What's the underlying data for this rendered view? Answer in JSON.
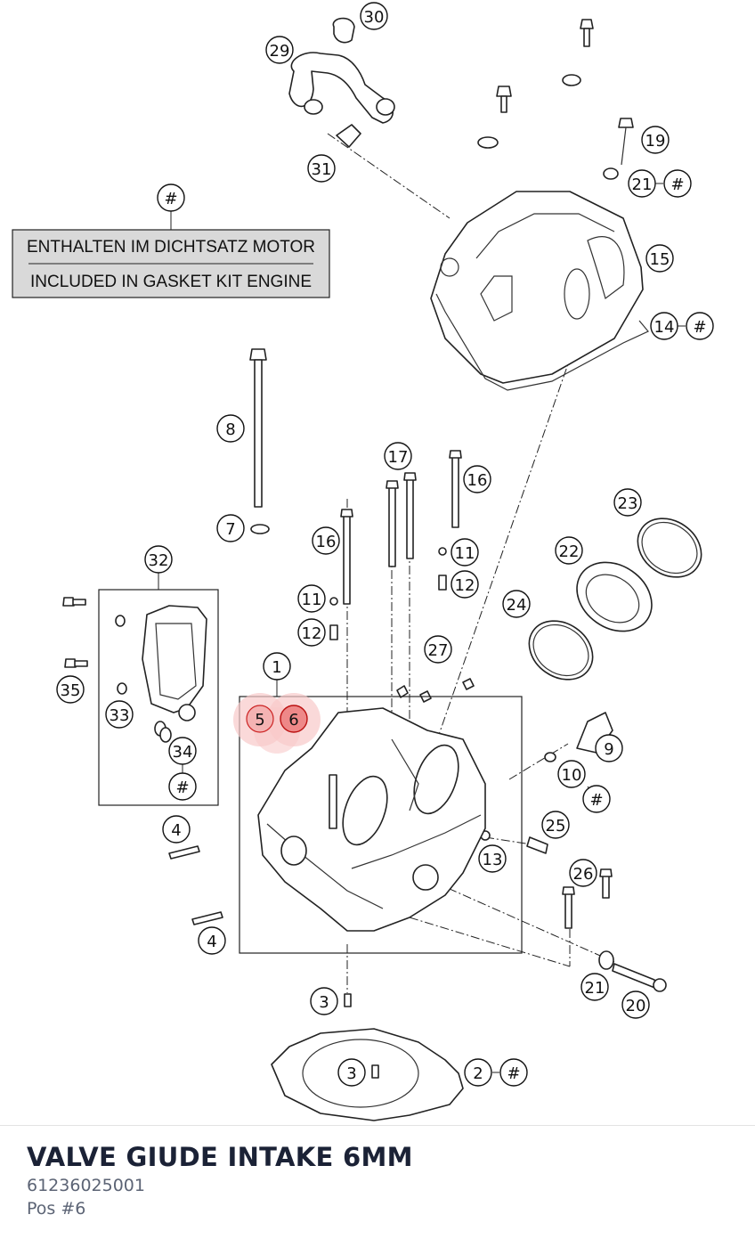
{
  "kit_note": {
    "symbol": "#",
    "line_de": "ENTHALTEN IM DICHTSATZ MOTOR",
    "line_en": "INCLUDED IN GASKET KIT ENGINE"
  },
  "callouts": {
    "c1": "1",
    "c2": "2",
    "c3a": "3",
    "c3b": "3",
    "c4a": "4",
    "c4b": "4",
    "c5": "5",
    "c6": "6",
    "c7": "7",
    "c8": "8",
    "c9": "9",
    "c10": "10",
    "c11a": "11",
    "c11b": "11",
    "c12a": "12",
    "c12b": "12",
    "c13": "13",
    "c14": "14",
    "c15": "15",
    "c16a": "16",
    "c16b": "16",
    "c17": "17",
    "c19": "19",
    "c20": "20",
    "c21a": "21",
    "c21b": "21",
    "c22": "22",
    "c23": "23",
    "c24": "24",
    "c25": "25",
    "c26": "26",
    "c27": "27",
    "c29": "29",
    "c30": "30",
    "c31": "31",
    "c32": "32",
    "c33": "33",
    "c34": "34",
    "c35": "35",
    "h2": "#",
    "h10": "#",
    "h14": "#",
    "h21": "#",
    "h34": "#"
  },
  "selected_part": {
    "name": "VALVE GIUDE INTAKE 6MM",
    "number": "61236025001",
    "position": "Pos #6"
  },
  "colors": {
    "highlight": "#f4b3b3",
    "title": "#1b2236",
    "subtext": "#5c6475"
  }
}
